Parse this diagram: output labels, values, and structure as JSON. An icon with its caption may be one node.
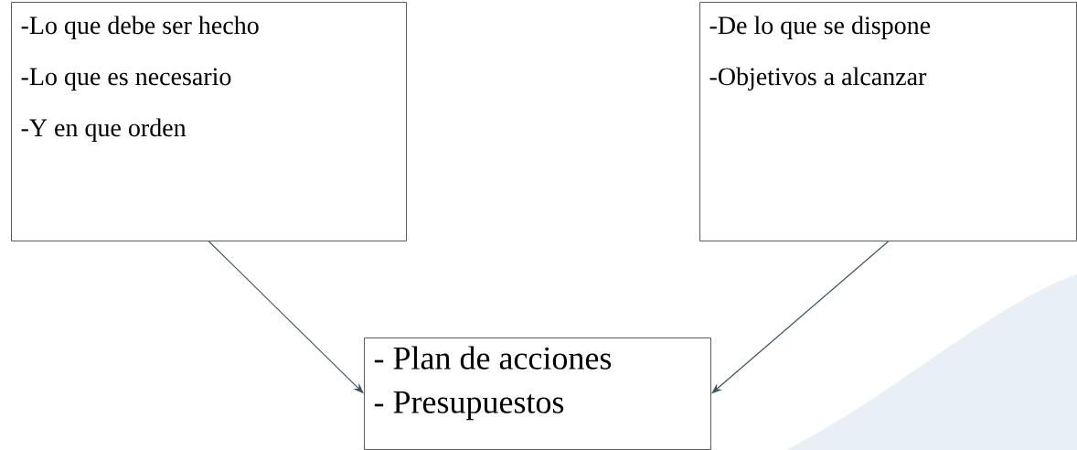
{
  "diagram": {
    "nodes": [
      {
        "text": [
          "-Lo que debe ser hecho",
          "-Lo que es necesario",
          "-Y en que orden"
        ]
      },
      {
        "text": [
          "-De lo que se  dispone",
          "-Objetivos a alcanzar"
        ]
      },
      {
        "text": [
          "- Plan de acciones",
          "- Presupuestos"
        ]
      }
    ],
    "edges": [
      {
        "from": 0,
        "to": 2,
        "arrow": "to"
      },
      {
        "from": 1,
        "to": 2,
        "arrow": "to"
      }
    ]
  }
}
